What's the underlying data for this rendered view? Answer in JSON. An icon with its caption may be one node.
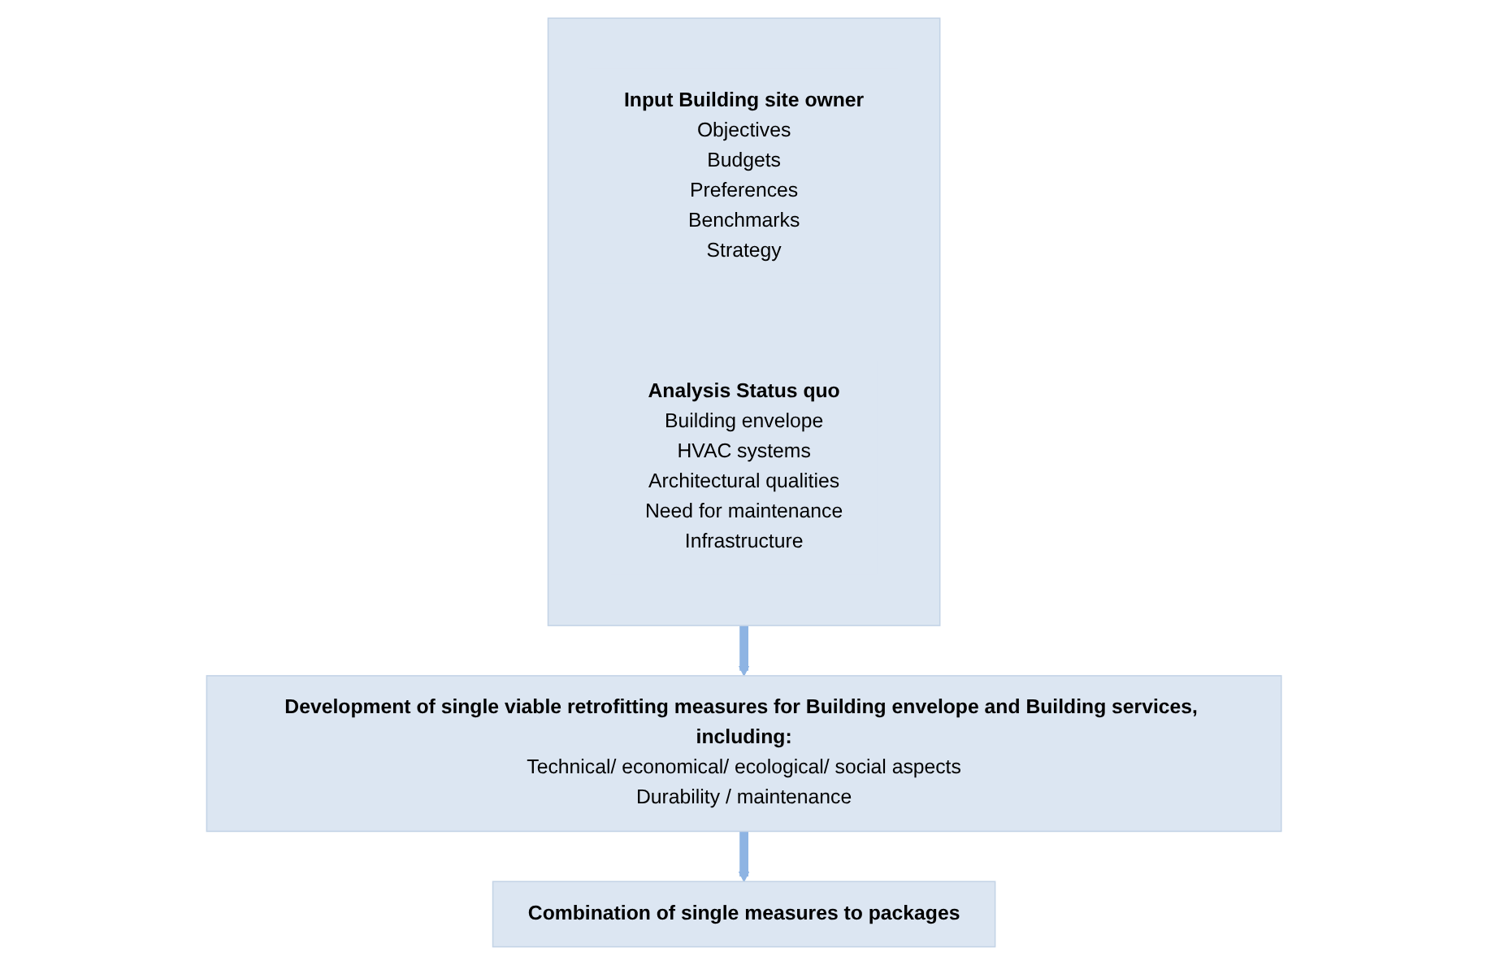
{
  "diagram": {
    "nodes": [
      {
        "text": [],
        "shape": "box"
      },
      {
        "text": [
          "Input Building site owner",
          "Objectives",
          "Budgets",
          "Preferences",
          "Benchmarks",
          "Strategy"
        ],
        "in": 0
      },
      {
        "text": [
          "Analysis Status quo",
          "Building envelope",
          "HVAC systems",
          "Architectural qualities",
          "Need for maintenance",
          "Infrastructure"
        ],
        "in": 0
      },
      {
        "text": [
          "Development of single viable retrofitting measures for Building envelope and Building services, including:",
          "Technical/ economical/ ecological/ social aspects",
          "Durability / maintenance"
        ]
      },
      {
        "text": [
          "Combination of single measures to packages"
        ]
      }
    ],
    "edges": [
      {
        "from": 0,
        "to": 3,
        "arrow": "to"
      },
      {
        "from": 3,
        "to": 4,
        "arrow": "to"
      }
    ]
  }
}
